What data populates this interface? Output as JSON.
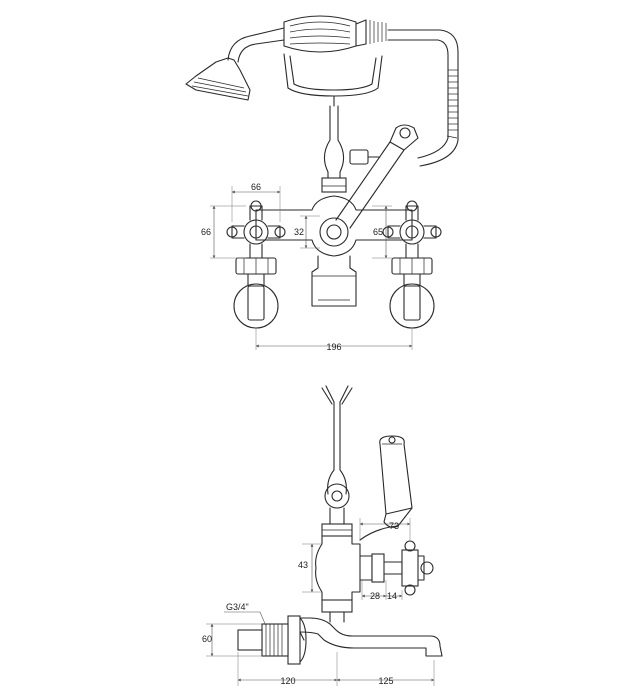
{
  "front_view": {
    "dims": {
      "handle_width": "66",
      "handle_height": "66",
      "body_height": "32",
      "right_height": "65",
      "centres": "196"
    }
  },
  "side_view": {
    "dims": {
      "lever_offset": "73",
      "valve_height": "43",
      "gap_a": "28",
      "gap_b": "14",
      "thread": "G3/4\"",
      "inlet_height": "60",
      "wall_depth": "120",
      "spout_reach": "125"
    }
  }
}
